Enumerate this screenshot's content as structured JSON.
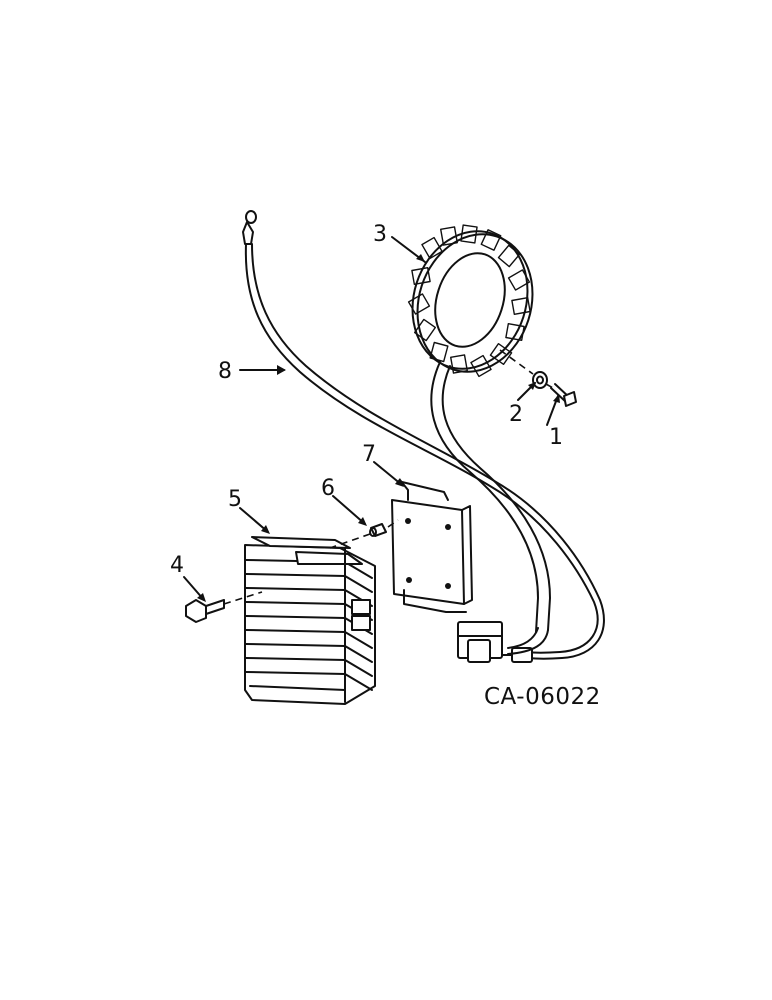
{
  "diagram": {
    "callouts": [
      "1",
      "2",
      "3",
      "4",
      "5",
      "6",
      "7",
      "8"
    ],
    "code": "CA-06022",
    "parts": [
      "cap-screw",
      "lock-washer",
      "stator",
      "bolt",
      "heat-sink",
      "pin",
      "mounting-bracket",
      "wire-harness"
    ]
  }
}
